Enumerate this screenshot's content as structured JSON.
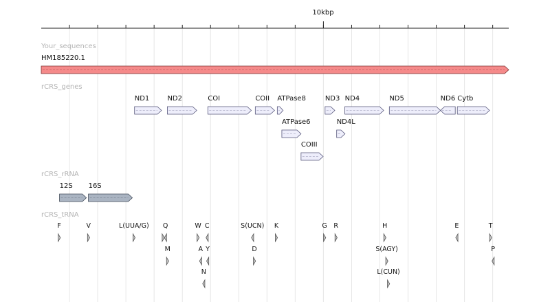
{
  "ruler": {
    "tick_label": "10kbp"
  },
  "colors": {
    "sequence_fill": "#f58a8a",
    "sequence_stroke": "#7a3030",
    "gene_fill": "#eeeefb",
    "gene_stroke": "#55557a",
    "rrna_fill": "#aab4c2",
    "rrna_stroke": "#404a58",
    "trna_fill": "#c8c8c8",
    "trna_stroke": "#555555",
    "grid": "#e6e6e6",
    "track_label": "#b4b4b4"
  },
  "tracks": {
    "sequences": {
      "label": "Your_sequences",
      "items": [
        {
          "name": "HM185220.1",
          "start": 1,
          "end": 16569
        }
      ]
    },
    "genes": {
      "label": "rCRS_genes",
      "items": [
        {
          "name": "ND1",
          "start": 3307,
          "end": 4262,
          "row": 0
        },
        {
          "name": "ND2",
          "start": 4470,
          "end": 5511,
          "row": 0
        },
        {
          "name": "COI",
          "start": 5904,
          "end": 7445,
          "row": 0
        },
        {
          "name": "COII",
          "start": 7586,
          "end": 8269,
          "row": 0
        },
        {
          "name": "ATPase8",
          "start": 8366,
          "end": 8572,
          "row": 0
        },
        {
          "name": "ATPase6",
          "start": 8527,
          "end": 9207,
          "row": 1
        },
        {
          "name": "COIII",
          "start": 9207,
          "end": 9990,
          "row": 2
        },
        {
          "name": "ND3",
          "start": 10059,
          "end": 10404,
          "row": 0
        },
        {
          "name": "ND4L",
          "start": 10470,
          "end": 10766,
          "row": 1
        },
        {
          "name": "ND4",
          "start": 10760,
          "end": 12137,
          "row": 0
        },
        {
          "name": "ND5",
          "start": 12337,
          "end": 14148,
          "row": 0
        },
        {
          "name": "ND6",
          "start": 14149,
          "end": 14673,
          "row": 0,
          "strand": "-"
        },
        {
          "name": "Cytb",
          "start": 14747,
          "end": 15887,
          "row": 0
        }
      ]
    },
    "rrna": {
      "label": "rCRS_rRNA",
      "items": [
        {
          "name": "12S",
          "start": 648,
          "end": 1601
        },
        {
          "name": "16S",
          "start": 1671,
          "end": 3229
        }
      ]
    },
    "trna": {
      "label": "rCRS_tRNA",
      "items": [
        {
          "name": "F",
          "pos": 600,
          "row": 0,
          "strand": "+"
        },
        {
          "name": "V",
          "pos": 1640,
          "row": 0,
          "strand": "+"
        },
        {
          "name": "L(UUA/G)",
          "pos": 3250,
          "row": 0,
          "strand": "+"
        },
        {
          "name": "",
          "pos": 4285,
          "row": 0,
          "strand": "+"
        },
        {
          "name": "Q",
          "pos": 4365,
          "row": 0,
          "strand": "-"
        },
        {
          "name": "M",
          "pos": 4440,
          "row": 1,
          "strand": "+"
        },
        {
          "name": "W",
          "pos": 5520,
          "row": 0,
          "strand": "+"
        },
        {
          "name": "C",
          "pos": 5840,
          "row": 0,
          "strand": "-"
        },
        {
          "name": "A",
          "pos": 5610,
          "row": 1,
          "strand": "-"
        },
        {
          "name": "Y",
          "pos": 5860,
          "row": 1,
          "strand": "-"
        },
        {
          "name": "N",
          "pos": 5720,
          "row": 2,
          "strand": "-"
        },
        {
          "name": "S(UCN)",
          "pos": 7450,
          "row": 0,
          "strand": "-"
        },
        {
          "name": "K",
          "pos": 8295,
          "row": 0,
          "strand": "+"
        },
        {
          "name": "D",
          "pos": 7518,
          "row": 1,
          "strand": "+"
        },
        {
          "name": "G",
          "pos": 10005,
          "row": 0,
          "strand": "+"
        },
        {
          "name": "R",
          "pos": 10410,
          "row": 0,
          "strand": "+"
        },
        {
          "name": "H",
          "pos": 12140,
          "row": 0,
          "strand": "+"
        },
        {
          "name": "S(AGY)",
          "pos": 12210,
          "row": 1,
          "strand": "+"
        },
        {
          "name": "L(CUN)",
          "pos": 12270,
          "row": 2,
          "strand": "+"
        },
        {
          "name": "E",
          "pos": 14690,
          "row": 0,
          "strand": "-"
        },
        {
          "name": "T",
          "pos": 15890,
          "row": 0,
          "strand": "+"
        },
        {
          "name": "P",
          "pos": 15975,
          "row": 1,
          "strand": "-"
        }
      ]
    }
  }
}
